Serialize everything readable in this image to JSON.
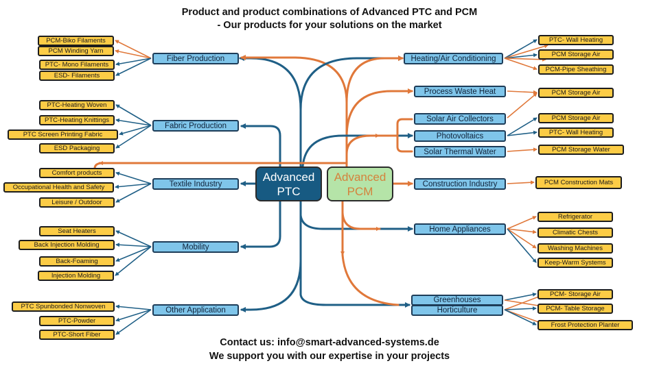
{
  "header": {
    "title_line1": "Product and product combinations of Advanced PTC and PCM",
    "title_line2": "- Our products for your solutions on the market"
  },
  "footer": {
    "contact": "Contact us: info@smart-advanced-systems.de",
    "tagline": "We support you with our expertise in your projects"
  },
  "colors": {
    "ptc_line": "#1f5f86",
    "pcm_line": "#e0783a",
    "category_fill": "#7fc5ea",
    "product_fill": "#fccc46",
    "ptc_hub_fill": "#175a82",
    "pcm_hub_fill": "#b5e4a8"
  },
  "hubs": {
    "ptc": {
      "line1": "Advanced",
      "line2": "PTC"
    },
    "pcm": {
      "line1": "Advanced",
      "line2": "PCM"
    }
  },
  "left_categories": [
    {
      "label": "Fiber Production",
      "source": [
        "PTC",
        "PCM"
      ],
      "products": [
        {
          "label": "PCM-Biko Filaments",
          "source": "PCM"
        },
        {
          "label": "PCM Winding Yarn",
          "source": "PCM"
        },
        {
          "label": "PTC- Mono Filaments",
          "source": "PTC"
        },
        {
          "label": "ESD- Filaments",
          "source": "PTC"
        }
      ]
    },
    {
      "label": "Fabric Production",
      "source": [
        "PTC"
      ],
      "products": [
        {
          "label": "PTC-Heating Woven",
          "source": "PTC"
        },
        {
          "label": "PTC-Heating Knittings",
          "source": "PTC"
        },
        {
          "label": "PTC Screen Printing Fabric",
          "source": "PTC"
        },
        {
          "label": "ESD Packaging",
          "source": "PTC"
        }
      ]
    },
    {
      "label": "Textile Industry",
      "source": [
        "PTC"
      ],
      "products": [
        {
          "label": "Comfort products",
          "source": "PTC+PCM"
        },
        {
          "label": "Occupational Health and Safety",
          "source": "PTC"
        },
        {
          "label": "Leisure / Outdoor",
          "source": "PTC"
        }
      ]
    },
    {
      "label": "Mobility",
      "source": [
        "PTC"
      ],
      "products": [
        {
          "label": "Seat Heaters",
          "source": "PTC"
        },
        {
          "label": "Back Injection Molding",
          "source": "PTC"
        },
        {
          "label": "Back-Foaming",
          "source": "PTC"
        },
        {
          "label": "Injection Molding",
          "source": "PTC"
        }
      ]
    },
    {
      "label": "Other Application",
      "source": [
        "PTC"
      ],
      "products": [
        {
          "label": "PTC Spunbonded Nonwoven",
          "source": "PTC"
        },
        {
          "label": "PTC-Powder",
          "source": "PTC"
        },
        {
          "label": "PTC-Short Fiber",
          "source": "PTC"
        }
      ]
    }
  ],
  "right_categories": [
    {
      "label": "Heating/Air Conditioning",
      "source": [
        "PTC",
        "PCM"
      ],
      "products": [
        {
          "label": "PTC- Wall Heating",
          "source": "PTC+PCM"
        },
        {
          "label": "PCM Storage  Air",
          "source": "PTC+PCM"
        },
        {
          "label": "PCM-Pipe Sheathing",
          "source": "PCM"
        }
      ]
    },
    {
      "label": "Process Waste Heat",
      "source": [
        "PCM"
      ],
      "products": [
        {
          "label": "PCM Storage  Air",
          "source": "PCM"
        }
      ]
    },
    {
      "label": "Solar Air Collectors",
      "source": [
        "PCM"
      ],
      "products": []
    },
    {
      "label": "Photovoltaics",
      "source": [
        "PTC",
        "PCM"
      ],
      "products": [
        {
          "label": "PCM Storage  Air",
          "source": "PTC"
        },
        {
          "label": "PTC- Wall Heating",
          "source": "PTC"
        }
      ]
    },
    {
      "label": "Solar Thermal Water",
      "source": [
        "PCM"
      ],
      "products": [
        {
          "label": "PCM Storage  Water",
          "source": "PCM"
        }
      ]
    },
    {
      "label": "Construction Industry",
      "source": [
        "PCM"
      ],
      "products": [
        {
          "label": "PCM Construction  Mats",
          "source": "PCM"
        }
      ]
    },
    {
      "label": "Home Appliances",
      "source": [
        "PTC",
        "PCM"
      ],
      "products": [
        {
          "label": "Refrigerator",
          "source": "PCM"
        },
        {
          "label": "Climatic Chests",
          "source": "PCM"
        },
        {
          "label": "Washing Machines",
          "source": "PCM"
        },
        {
          "label": "Keep-Warm Systems",
          "source": "PTC"
        }
      ]
    },
    {
      "label": "Greenhouses",
      "source": [
        "PTC",
        "PCM"
      ],
      "products": []
    },
    {
      "label": "Horticulture",
      "source": [
        "PTC",
        "PCM"
      ],
      "products": [
        {
          "label": "PCM- Storage  Air",
          "source": "PTC+PCM"
        },
        {
          "label": "PCM- Table Storage",
          "source": "PTC+PCM"
        },
        {
          "label": "Frost Protection  Planter",
          "source": "PTC+PCM"
        }
      ]
    }
  ]
}
